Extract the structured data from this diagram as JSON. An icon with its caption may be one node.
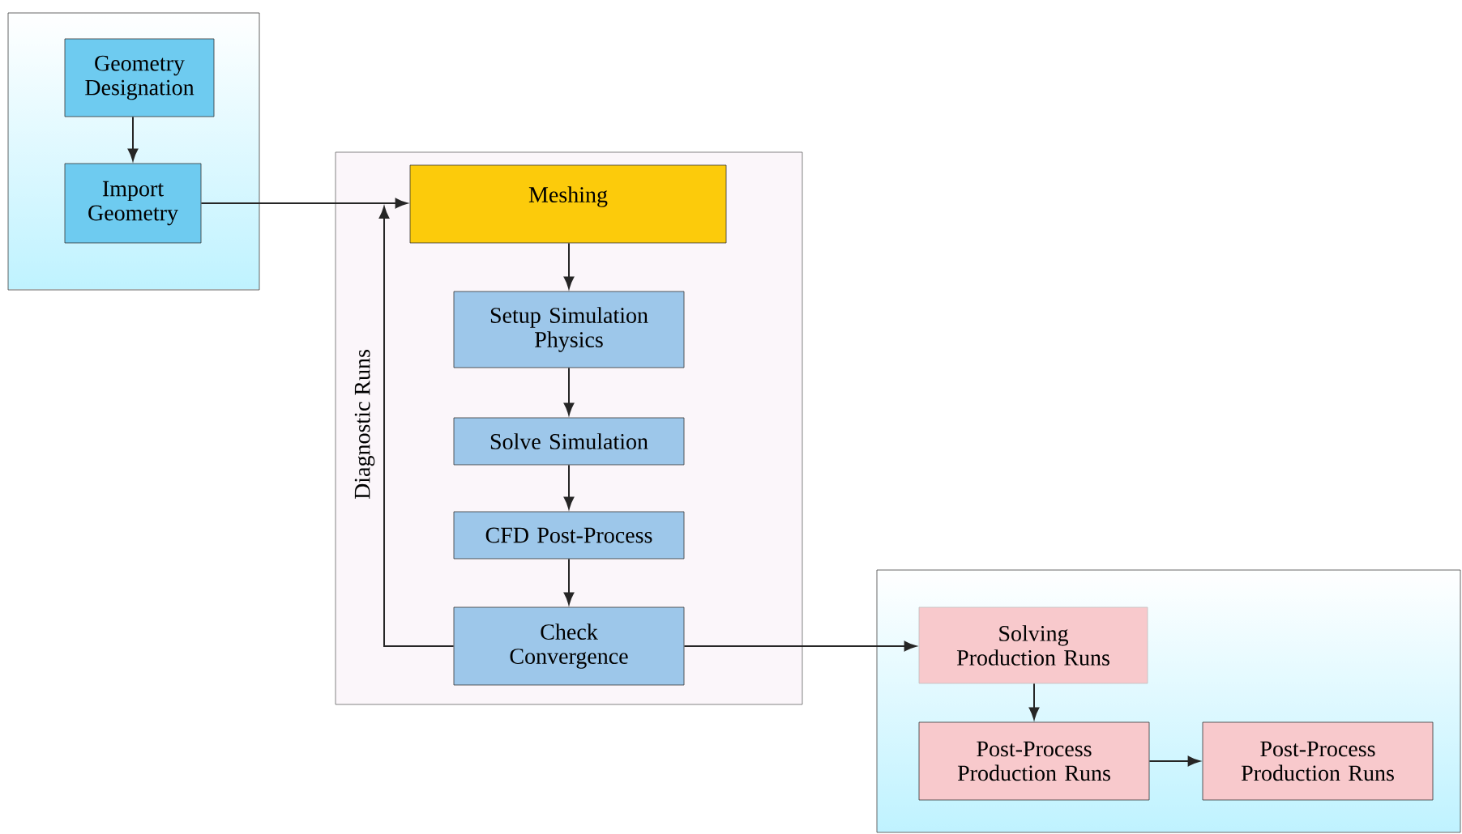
{
  "diagram": {
    "nodes": [
      {
        "text": [],
        "shape": "box"
      },
      {
        "text": [
          "Geometry Designation"
        ],
        "in": 0
      },
      {
        "text": [
          "Import Geometry"
        ],
        "in": 0
      },
      {
        "text": [],
        "shape": "box"
      },
      {
        "text": [
          "Meshing"
        ],
        "in": 3
      },
      {
        "text": [
          "Setup Simulation Physics"
        ],
        "in": 3
      },
      {
        "text": [
          "Solve Simulation"
        ],
        "in": 3
      },
      {
        "text": [
          "CFD Post-Process"
        ],
        "in": 3
      },
      {
        "text": [
          "Check Convergence"
        ],
        "in": 3
      },
      {
        "text": [],
        "shape": "box"
      },
      {
        "text": [
          "Solving Production Runs"
        ],
        "in": 9
      },
      {
        "text": [
          "Post-Process Production Runs"
        ],
        "in": 9
      },
      {
        "text": [
          "Post-Process Production Runs"
        ],
        "in": 9
      }
    ],
    "edges": [
      {
        "from": 1,
        "to": 2,
        "arrow": "to"
      },
      {
        "from": 2,
        "to": 4,
        "arrow": "to"
      },
      {
        "from": 4,
        "to": 5,
        "arrow": "to"
      },
      {
        "from": 5,
        "to": 6,
        "arrow": "to"
      },
      {
        "from": 6,
        "to": 7,
        "arrow": "to"
      },
      {
        "from": 7,
        "to": 8,
        "arrow": "to"
      },
      {
        "from": 8,
        "to": 4,
        "arrow": "to",
        "label": "Diagnostic Runs"
      },
      {
        "from": 8,
        "to": 10,
        "arrow": "to"
      },
      {
        "from": 10,
        "to": 11,
        "arrow": "to"
      },
      {
        "from": 11,
        "to": 12,
        "arrow": "to"
      }
    ]
  }
}
